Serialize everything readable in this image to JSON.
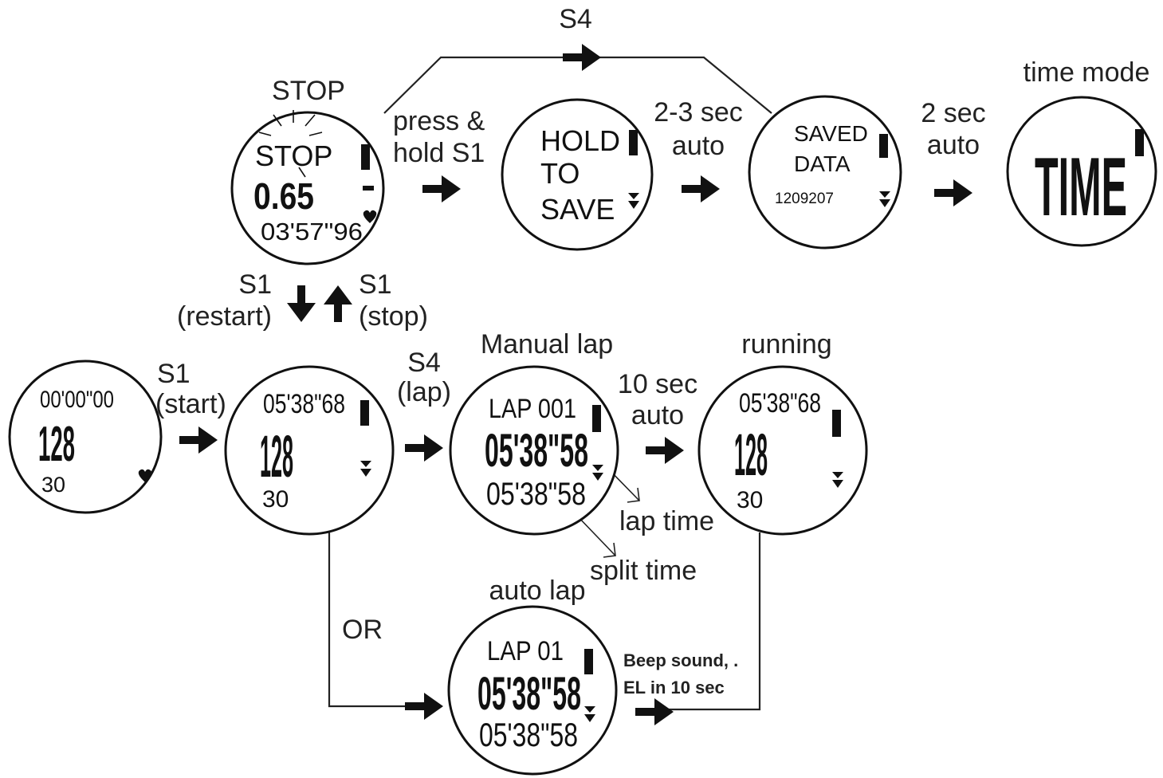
{
  "labels": {
    "s4_top": "S4",
    "stop_title": "STOP",
    "press_hold_1": "press &",
    "press_hold_2": "hold S1",
    "sec23_1": "2-3 sec",
    "sec23_2": "auto",
    "sec2_1": "2 sec",
    "sec2_2": "auto",
    "time_mode": "time mode",
    "s1_restart_1": "S1",
    "s1_restart_2": "(restart)",
    "s1_stop_1": "S1",
    "s1_stop_2": "(stop)",
    "s1_start_1": "S1",
    "s1_start_2": "(start)",
    "s4_lap_1": "S4",
    "s4_lap_2": "(lap)",
    "manual_lap": "Manual lap",
    "sec10_1": "10 sec",
    "sec10_2": "auto",
    "running": "running",
    "lap_time": "lap time",
    "split_time": "split time",
    "auto_lap": "auto lap",
    "or": "OR",
    "beep_1": "Beep sound, .",
    "beep_2": "EL in 10 sec"
  },
  "watches": {
    "stop": {
      "line1": "STOP",
      "line2": "0.65",
      "line3": "03'57\"96"
    },
    "hold": {
      "line1": "HOLD",
      "line2": "TO",
      "line3": "SAVE"
    },
    "saved": {
      "line1": "SAVED",
      "line2": "DATA",
      "line3": "1209207"
    },
    "time": {
      "line1": "TIME"
    },
    "start": {
      "line1": "00'00\"00",
      "line2": "128",
      "line3": "30"
    },
    "run1": {
      "line1": "05'38\"68",
      "line2": "128",
      "line3": "30"
    },
    "manual": {
      "line1": "LAP 001",
      "line2": "05'38\"58",
      "line3": "05'38\"58"
    },
    "running": {
      "line1": "05'38\"68",
      "line2": "128",
      "line3": "30"
    },
    "auto": {
      "line1": "LAP 01",
      "line2": "05'38\"58",
      "line3": "05'38\"58"
    }
  }
}
